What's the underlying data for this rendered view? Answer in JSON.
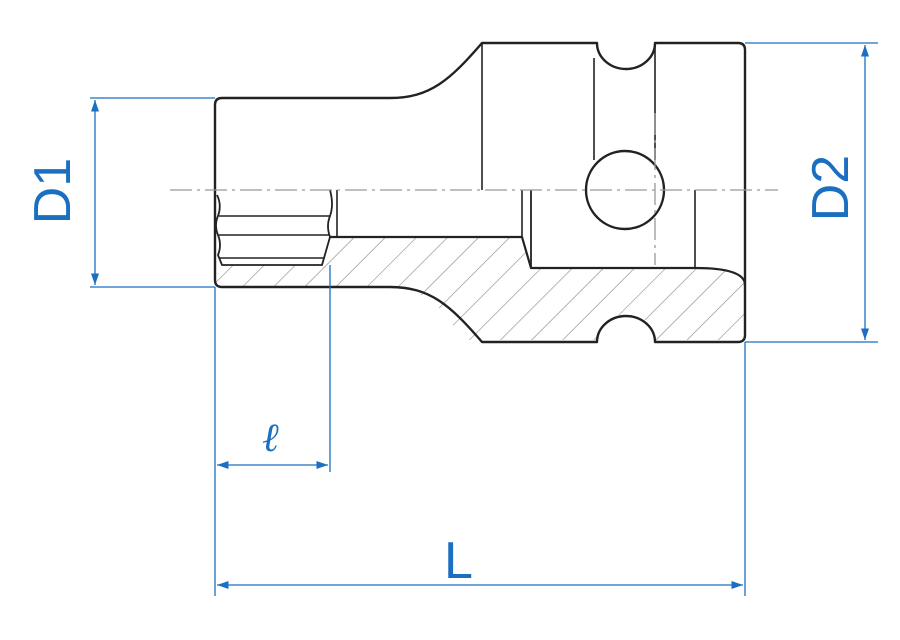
{
  "labels": {
    "d1": "D1",
    "d2": "D2",
    "small_l": "ℓ",
    "big_l": "L"
  },
  "colors": {
    "outline": "#222222",
    "dimension": "#1a6fc0",
    "centerline": "#999999",
    "hatch": "#888888"
  }
}
